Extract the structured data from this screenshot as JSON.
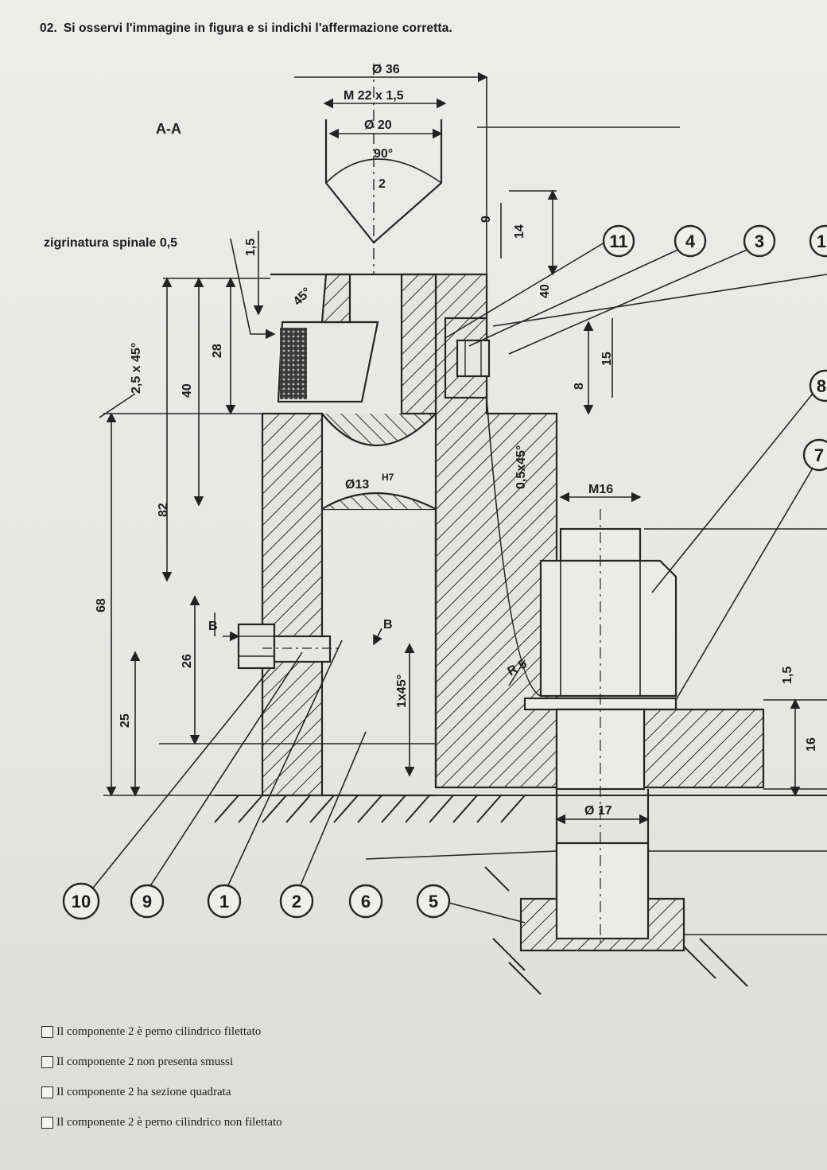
{
  "question": {
    "number": "02.",
    "text": "Si osservi l'immagine in figura e si indichi l'affermazione corretta."
  },
  "drawing": {
    "section_label": "A-A",
    "knurl_note": "zigrinatura spinale 0,5",
    "dimensions": {
      "d36": "Ø 36",
      "m22": "M 22 x 1,5",
      "d20": "Ø 20",
      "ang90": "90°",
      "two": "2",
      "d9": "9",
      "d14": "14",
      "d1_5a": "1,5",
      "ch45": "45°",
      "d40a": "40",
      "d15": "15",
      "d8": "8",
      "d2_5x45": "2,5 x 45°",
      "d28": "28",
      "d40b": "40",
      "d13": "Ø13",
      "fit": "H7",
      "d0_5x45": "0,5x45°",
      "m16": "M16",
      "d82": "82",
      "d68": "68",
      "secB1": "B",
      "secB2": "B",
      "d26": "26",
      "d25": "25",
      "r5": "R 5",
      "d1x45": "1x45°",
      "d1_5b": "1,5",
      "d16": "16",
      "d17": "Ø 17"
    },
    "balloons_top": [
      "11",
      "4",
      "3",
      "1"
    ],
    "balloons_right": [
      "8",
      "7"
    ],
    "balloons_bottom": [
      "10",
      "9",
      "1",
      "2",
      "6",
      "5"
    ]
  },
  "options": [
    {
      "label": "Il componente 2 è perno cilindrico filettato"
    },
    {
      "label": "Il componente 2 non presenta smussi"
    },
    {
      "label": "Il componente 2 ha sezione quadrata"
    },
    {
      "label": "Il componente 2 è perno cilindrico non filettato"
    }
  ]
}
